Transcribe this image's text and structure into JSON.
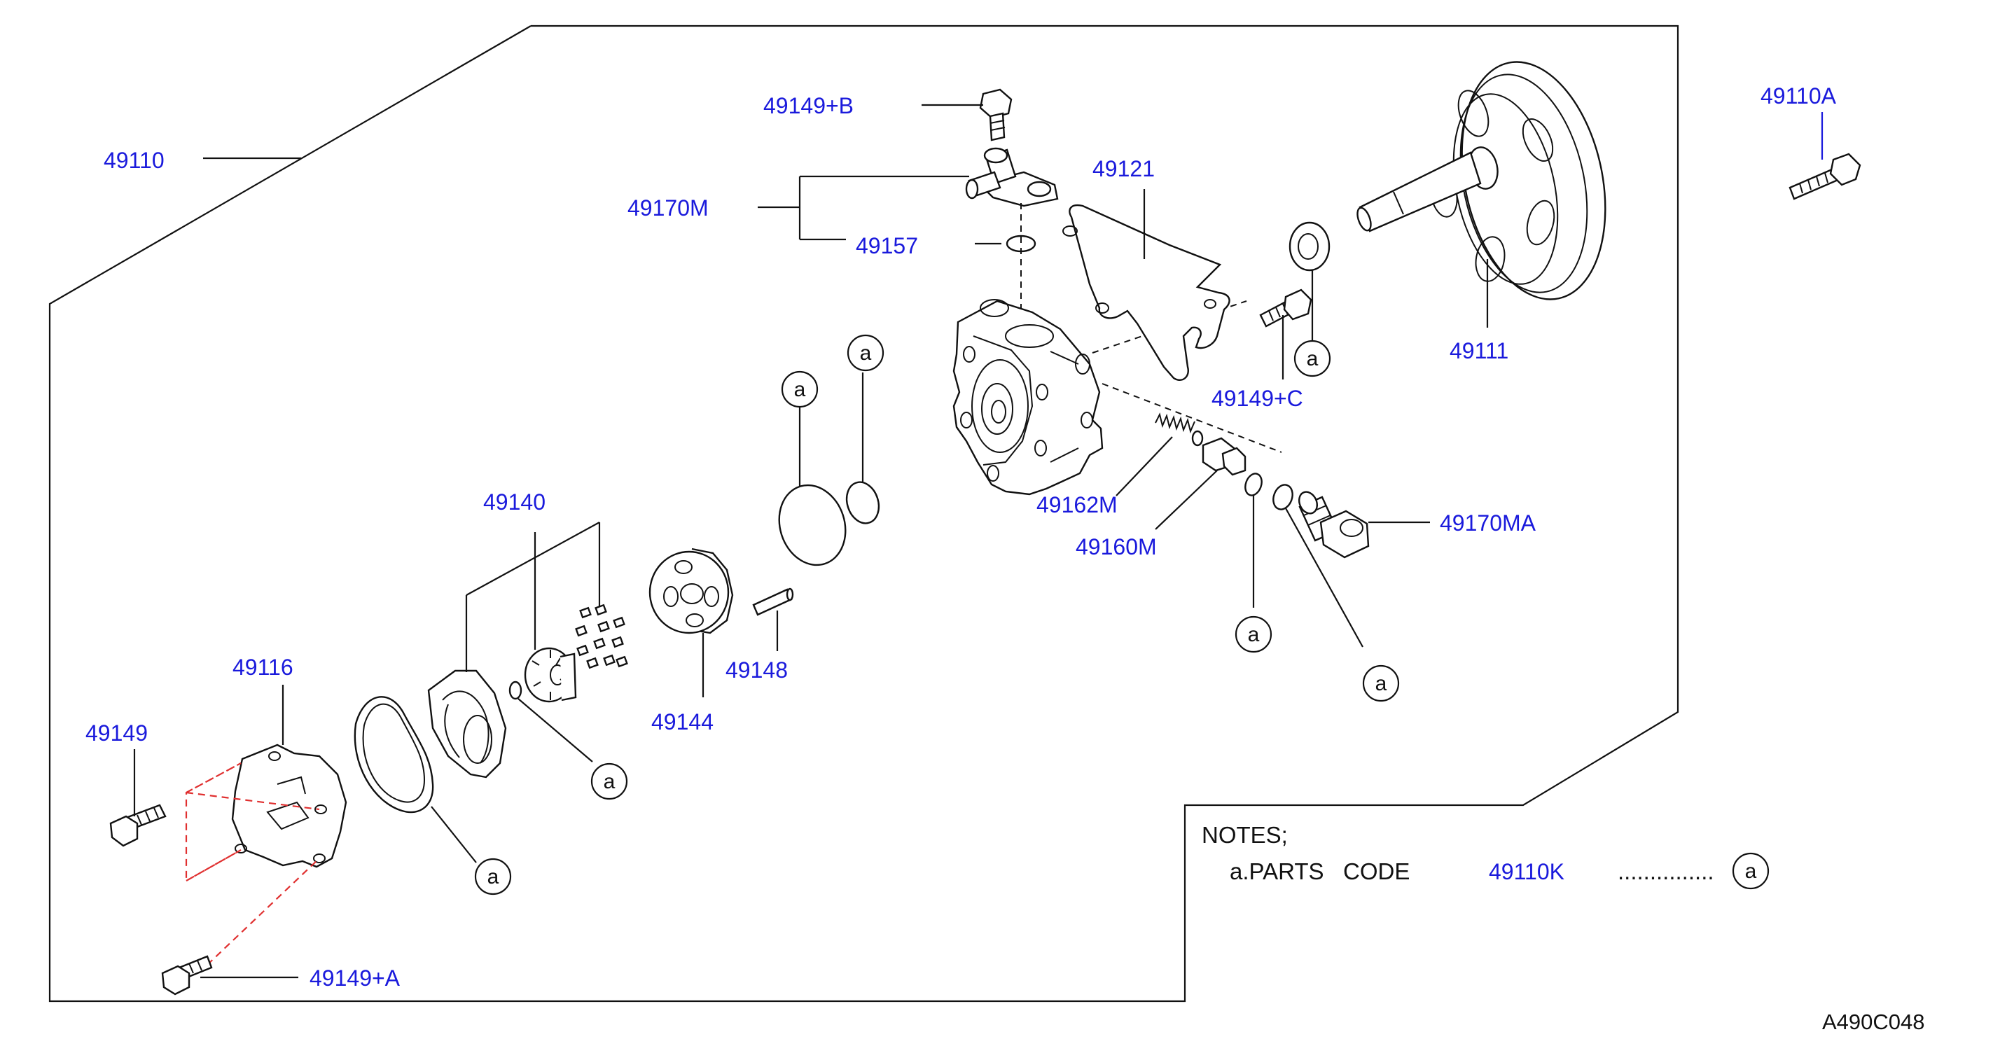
{
  "parts": {
    "p49110": "49110",
    "p49110A": "49110A",
    "p49149B": "49149+B",
    "p49170M": "49170M",
    "p49157": "49157",
    "p49121": "49121",
    "p49111": "49111",
    "p49149C": "49149+C",
    "p49162M": "49162M",
    "p49160M": "49160M",
    "p49170MA": "49170MA",
    "p49140": "49140",
    "p49144": "49144",
    "p49148": "49148",
    "p49116": "49116",
    "p49149": "49149",
    "p49149A": "49149+A"
  },
  "callout_letter": "a",
  "notes": {
    "heading": "NOTES;",
    "line_label": "a.PARTS   CODE",
    "line_code": "49110K",
    "line_dots": "..............."
  },
  "figure_ref": "A490C048"
}
